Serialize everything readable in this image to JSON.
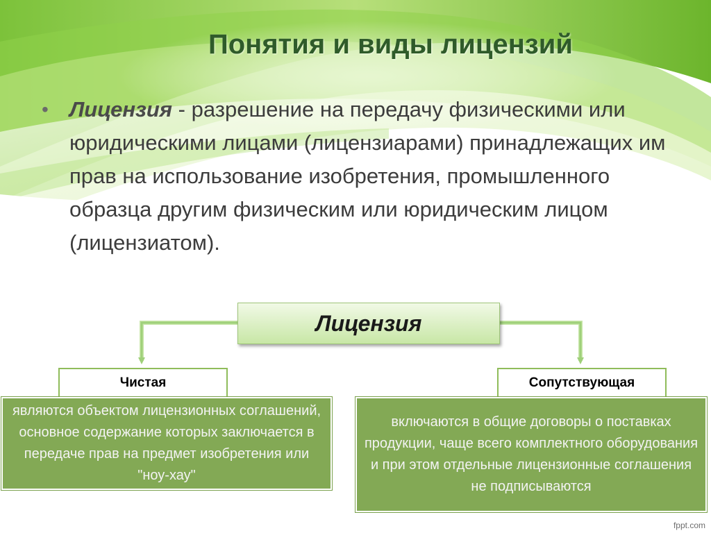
{
  "slide": {
    "title": "Понятия и виды лицензий",
    "bullet": {
      "term": "Лицензия",
      "text": " - разрешение на передачу физическими или юридическими лицами (лицензиарами) принадлежащих им прав на использование изобретения, промышленного образца другим физическим или юридическим лицом (лицензиатом)."
    }
  },
  "diagram": {
    "root": "Лицензия",
    "branches": [
      {
        "label": "Чистая",
        "description": "являются объектом лицензионных соглашений, основное содержание которых заключается в передаче прав на предмет изобретения или \"ноу-хау\""
      },
      {
        "label": "Сопутствующая",
        "description": "включаются в общие договоры о поставках продукции, чаще всего комплектного оборудования и при этом отдельные лицензионные соглашения не подписываются"
      }
    ]
  },
  "watermark": "fppt.com",
  "colors": {
    "title": "#2f5b2a",
    "accent_green": "#83a955",
    "connector": "#9fd07a",
    "label_border": "#8fbc5a"
  }
}
